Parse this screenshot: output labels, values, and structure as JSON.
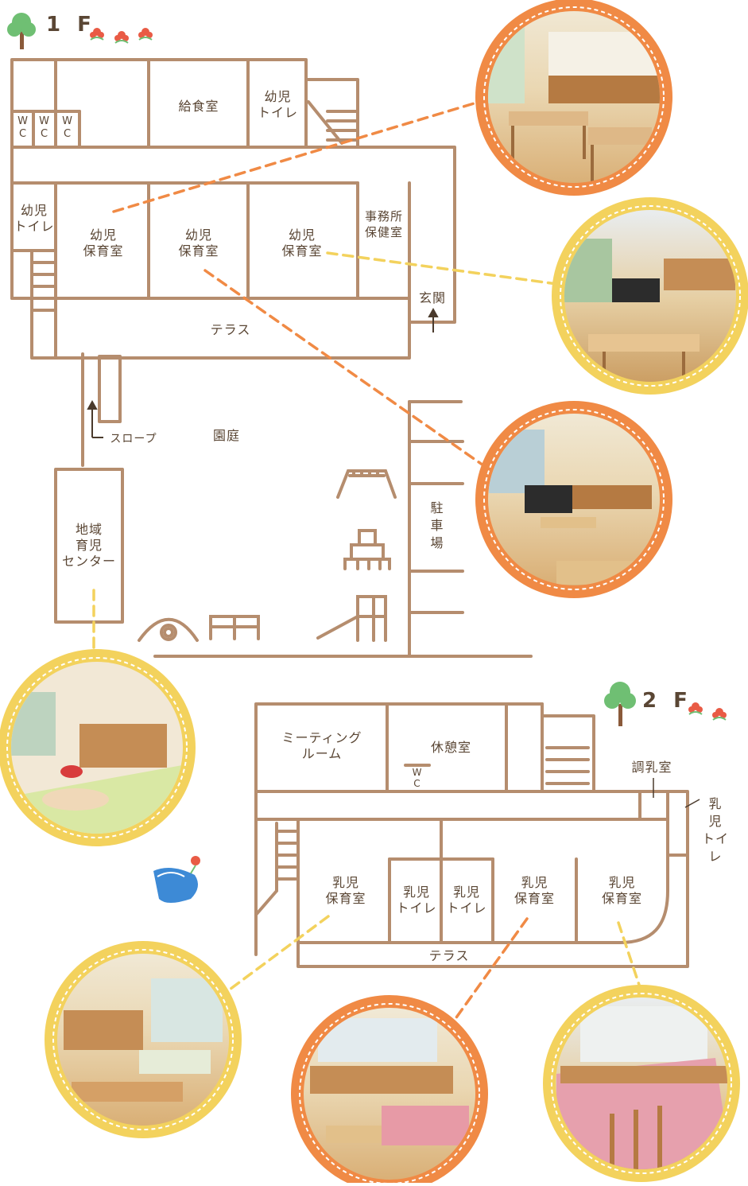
{
  "floor1": {
    "title": "1 F",
    "rooms": {
      "kitchen": "給食室",
      "toilet_top": "幼児\nトイレ",
      "toilet_left": "幼児\nトイレ",
      "wc1": "W\nC",
      "wc2": "W\nC",
      "wc3": "W\nC",
      "class1": "幼児\n保育室",
      "class2": "幼児\n保育室",
      "class3": "幼児\n保育室",
      "office": "事務所\n保健室",
      "entrance": "玄関",
      "terrace": "テラス",
      "slope": "スロープ",
      "garden": "園庭",
      "parking": "駐\n車\n場",
      "community": "地域\n育児\nセンター"
    }
  },
  "floor2": {
    "title": "2 F",
    "rooms": {
      "meeting": "ミーティング\nルーム",
      "rest": "休憩室",
      "wc": "W\nC",
      "formula": "調乳室",
      "infant_toilet_side": "乳\n児\nトイレ",
      "infant_room1": "乳児\n保育室",
      "infant_toilet1": "乳児\nトイレ",
      "infant_toilet2": "乳児\nトイレ",
      "infant_room2": "乳児\n保育室",
      "infant_room3": "乳児\n保育室",
      "terrace": "テラス"
    }
  },
  "colors": {
    "wall": "#b58d6e",
    "orange": "#f08a45",
    "yellow": "#f3d25d",
    "tree": "#6fbf73",
    "flower": "#e95b45"
  }
}
